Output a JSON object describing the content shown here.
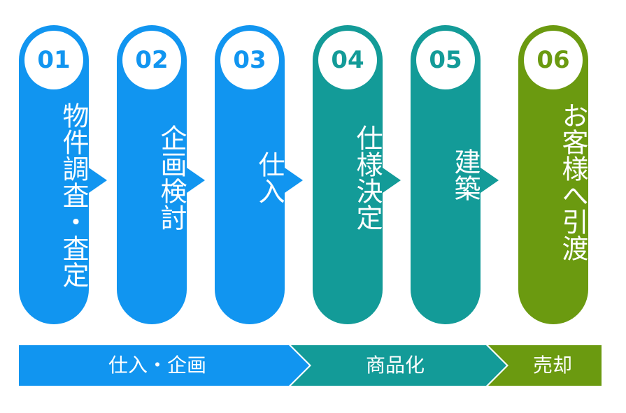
{
  "colors": {
    "blue": "#1195f0",
    "teal": "#139b98",
    "green": "#6b9a10"
  },
  "steps": [
    {
      "number": "01",
      "label": "物件調査・査定",
      "color": "blue"
    },
    {
      "number": "02",
      "label": "企画検討",
      "color": "blue"
    },
    {
      "number": "03",
      "label": "仕入",
      "color": "blue"
    },
    {
      "number": "04",
      "label": "仕様決定",
      "color": "teal"
    },
    {
      "number": "05",
      "label": "建築",
      "color": "teal"
    },
    {
      "number": "06",
      "label": "お客様へ引渡",
      "color": "green"
    }
  ],
  "phases": [
    {
      "label": "仕入・企画",
      "color": "blue"
    },
    {
      "label": "商品化",
      "color": "teal"
    },
    {
      "label": "売却",
      "color": "green"
    }
  ]
}
